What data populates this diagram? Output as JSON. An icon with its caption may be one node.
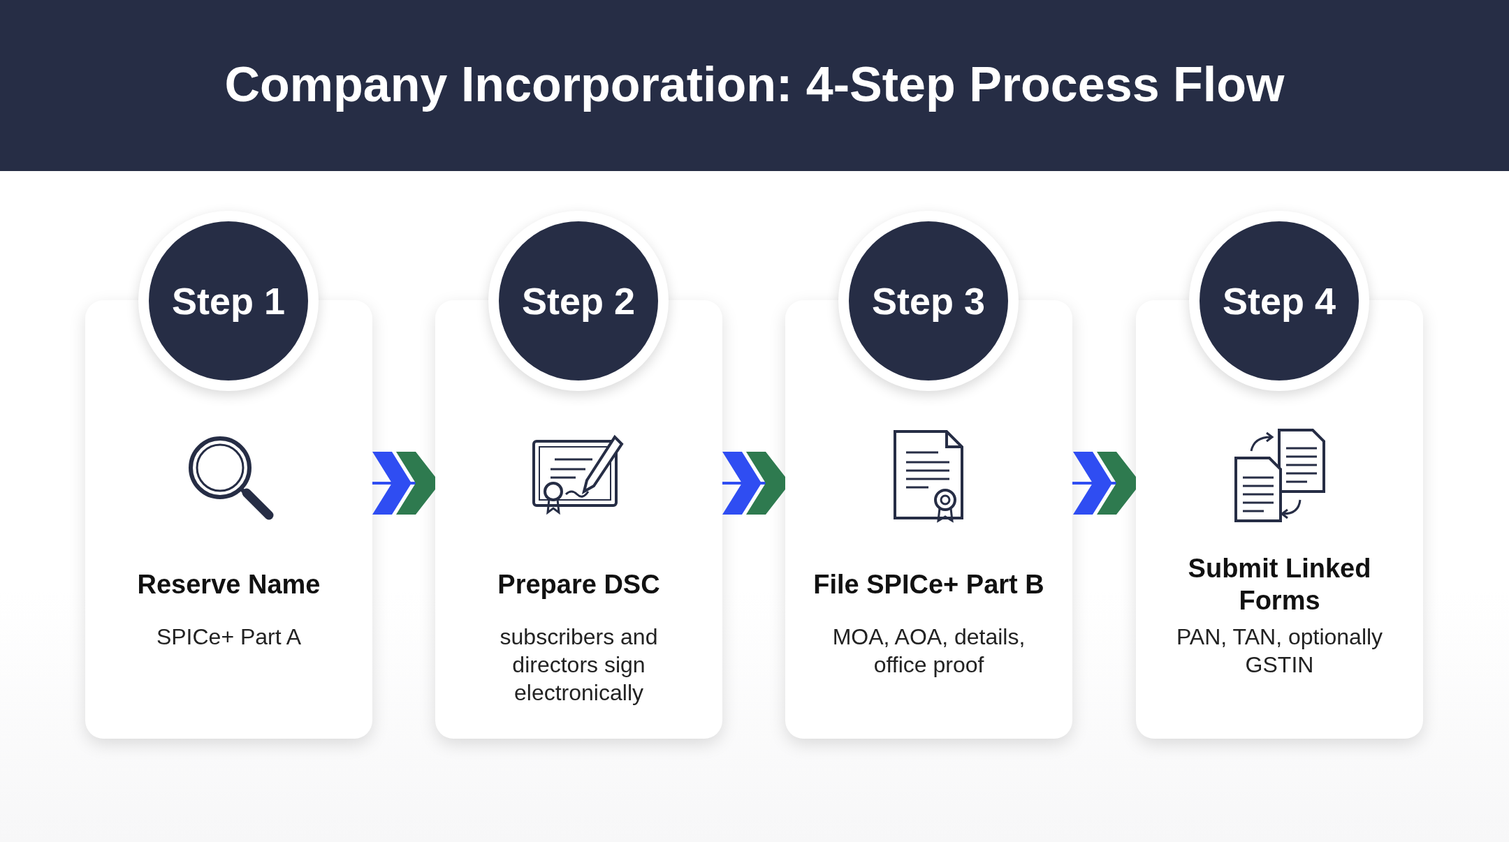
{
  "diagram": {
    "title": "Company Incorporation: 4-Step Process Flow",
    "nodes": [
      {
        "text": [
          "Step 1"
        ]
      },
      {
        "text": [
          "Reserve Name",
          "SPICe+ Part A"
        ]
      },
      {
        "text": [
          "Step 2"
        ]
      },
      {
        "text": [
          "Prepare DSC",
          "subscribers and directors sign electronically"
        ]
      },
      {
        "text": [
          "Step 3"
        ]
      },
      {
        "text": [
          "File SPICe+ Part B",
          "MOA, AOA, details, office proof"
        ]
      },
      {
        "text": [
          "Step 4"
        ]
      },
      {
        "text": [
          "Submit Linked Forms",
          "PAN, TAN, optionally GSTIN"
        ]
      }
    ],
    "edges": [
      {
        "from": 1,
        "to": 3,
        "arrow": "to"
      },
      {
        "from": 3,
        "to": 5,
        "arrow": "to"
      },
      {
        "from": 5,
        "to": 7,
        "arrow": "to"
      }
    ]
  }
}
